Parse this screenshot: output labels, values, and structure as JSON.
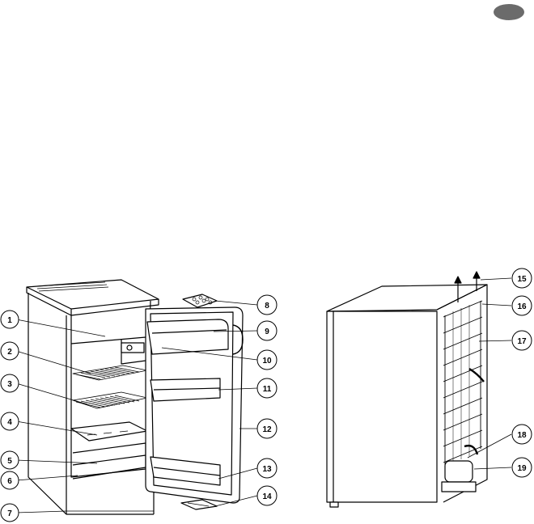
{
  "page_badge": {
    "text": ""
  },
  "callouts": [
    {
      "id": "c1",
      "number": "1"
    },
    {
      "id": "c2",
      "number": "2"
    },
    {
      "id": "c3",
      "number": "3"
    },
    {
      "id": "c4",
      "number": "4"
    },
    {
      "id": "c5",
      "number": "5"
    },
    {
      "id": "c6",
      "number": "6"
    },
    {
      "id": "c7",
      "number": "7"
    },
    {
      "id": "c8",
      "number": "8"
    },
    {
      "id": "c9",
      "number": "9"
    },
    {
      "id": "c10",
      "number": "10"
    },
    {
      "id": "c11",
      "number": "11"
    },
    {
      "id": "c12",
      "number": "12"
    },
    {
      "id": "c13",
      "number": "13"
    },
    {
      "id": "c14",
      "number": "14"
    },
    {
      "id": "c15",
      "number": "15"
    },
    {
      "id": "c16",
      "number": "16"
    },
    {
      "id": "c17",
      "number": "17"
    },
    {
      "id": "c18",
      "number": "18"
    },
    {
      "id": "c19",
      "number": "19"
    }
  ]
}
